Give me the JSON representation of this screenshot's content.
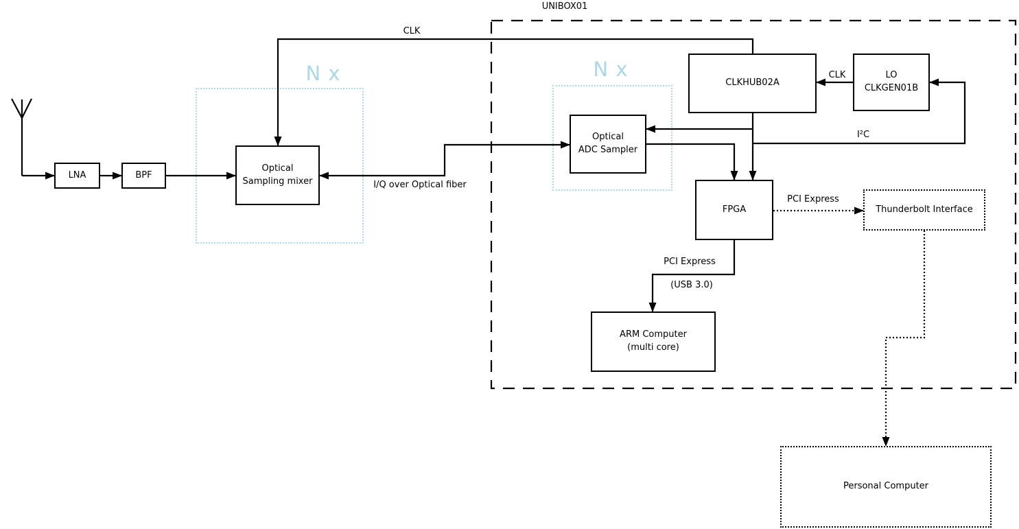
{
  "diagram": {
    "title": "UNIBOX01",
    "colors": {
      "line": "#000000",
      "accent_blue": "#abd7e8",
      "background": "#ffffff"
    },
    "icons": {
      "antenna": "antenna-icon"
    },
    "regions": {
      "left_multiplier": {
        "label": "N x"
      },
      "right_multiplier": {
        "label": "N x"
      }
    },
    "blocks": {
      "lna": {
        "label": "LNA"
      },
      "bpf": {
        "label": "BPF"
      },
      "sampling_mixer": {
        "line1": "Optical",
        "line2": "Sampling mixer"
      },
      "adc_sampler": {
        "line1": "Optical",
        "line2": "ADC Sampler"
      },
      "clkhub": {
        "label": "CLKHUB02A"
      },
      "lo_clkgen": {
        "line1": "LO",
        "line2": "CLKGEN01B"
      },
      "fpga": {
        "label": "FPGA"
      },
      "thunderbolt": {
        "label": "Thunderbolt Interface"
      },
      "arm": {
        "line1": "ARM Computer",
        "line2": "(multi core)"
      },
      "pc": {
        "label": "Personal Computer"
      }
    },
    "connections": {
      "clk_top": {
        "label": "CLK"
      },
      "clk_lo_to_hub": {
        "label": "CLK"
      },
      "iq_fiber": {
        "label": "I/Q over Optical fiber"
      },
      "i2c": {
        "label": "I²C"
      },
      "pcie_to_thunderbolt": {
        "label": "PCI Express"
      },
      "pcie_to_arm": {
        "label": "PCI Express",
        "sublabel": "(USB 3.0)"
      }
    }
  }
}
